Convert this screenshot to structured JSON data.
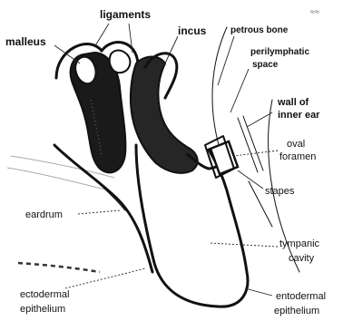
{
  "diagram": {
    "labels": {
      "malleus": "malleus",
      "ligaments": "ligaments",
      "incus": "incus",
      "petrous_bone": "petrous bone",
      "perilymphatic_1": "perilymphatic",
      "perilymphatic_2": "space",
      "wall_1": "wall of",
      "wall_2": "inner ear",
      "oval_1": "oval",
      "oval_2": "foramen",
      "stapes": "stapes",
      "eardrum": "eardrum",
      "tympanic_1": "tympanic",
      "tympanic_2": "cavity",
      "ectodermal_1": "ectodermal",
      "ectodermal_2": "epithelium",
      "entodermal_1": "entodermal",
      "entodermal_2": "epithelium"
    },
    "corner_mark": "≈≈"
  }
}
